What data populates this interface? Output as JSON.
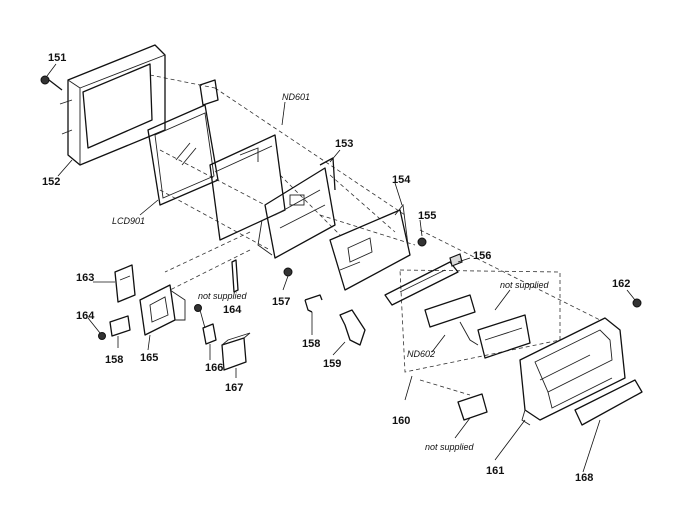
{
  "callouts": {
    "c151": "151",
    "c152": "152",
    "lcd901": "LCD901",
    "nd601": "ND601",
    "c153": "153",
    "c154": "154",
    "c155": "155",
    "c156": "156",
    "c157": "157",
    "c158a": "158",
    "c159": "159",
    "c160": "160",
    "c161": "161",
    "c162": "162",
    "c163": "163",
    "c164a": "164",
    "c164b": "164",
    "c158b": "158",
    "c165": "165",
    "c166": "166",
    "c167": "167",
    "c168": "168",
    "nd602": "ND602"
  },
  "notes": {
    "ns1": "not supplied",
    "ns2": "not supplied",
    "ns3": "not supplied"
  }
}
